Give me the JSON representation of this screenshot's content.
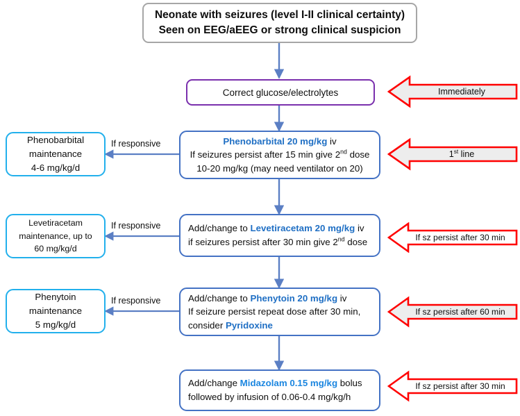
{
  "flowchart": {
    "title": "Neonatal seizure treatment algorithm",
    "colors": {
      "header_border": "#a6a6a6",
      "purple_border": "#7a2fad",
      "blue_border": "#4472c4",
      "cyan_border": "#22b0ec",
      "red_arrow": "#ff0000",
      "arrow_fill": "#ededed",
      "drug_blue": "#1f6fc4",
      "drug_blue_bright": "#1b86e0",
      "connector": "#5b7fc4"
    },
    "header": {
      "line1": "Neonate with seizures (level I-II clinical certainty)",
      "line2": "Seen on EEG/aEEG or strong clinical suspicion"
    },
    "steps": [
      {
        "id": "correct-glucose",
        "text": "Correct glucose/electrolytes"
      },
      {
        "id": "phenobarbital",
        "drug": "Phenobarbital 20 mg/kg",
        "route": "iv",
        "line2": "If seizures persist after 15 min give 2",
        "line2_sup": "nd",
        "line2_tail": " dose",
        "line3": "10-20 mg/kg (may need ventilator on 20)"
      },
      {
        "id": "levetiracetam",
        "prefix": "Add/change to ",
        "drug": "Levetiracetam 20 mg/kg",
        "route": " iv",
        "line2": "if seizures persist after 30 min give 2",
        "line2_sup": "nd",
        "line2_tail": " dose"
      },
      {
        "id": "phenytoin",
        "prefix": "Add/change to ",
        "drug": "Phenytoin 20 mg/kg",
        "route": " iv",
        "line2": "If seizure persist repeat dose after 30 min,",
        "line3_prefix": "consider ",
        "line3_drug": "Pyridoxine"
      },
      {
        "id": "midazolam",
        "prefix": "Add/change ",
        "drug": "Midazolam 0.15 mg/kg",
        "route": "  bolus",
        "line2": "followed by infusion of 0.06-0.4 mg/kg/h"
      }
    ],
    "maintenance": [
      {
        "id": "phenobarbital-maintenance",
        "line1": "Phenobarbital",
        "line2": "maintenance",
        "line3": "4-6 mg/kg/d"
      },
      {
        "id": "levetiracetam-maintenance",
        "line1": "Levetiracetam",
        "line2": "maintenance, up to",
        "line3": "60 mg/kg/d"
      },
      {
        "id": "phenytoin-maintenance",
        "line1": "Phenytoin",
        "line2": "maintenance",
        "line3": "5 mg/kg/d"
      }
    ],
    "connector_labels": [
      {
        "id": "responsive-1",
        "text": "If responsive"
      },
      {
        "id": "responsive-2",
        "text": "If responsive"
      },
      {
        "id": "responsive-3",
        "text": "If responsive"
      }
    ],
    "timing_arrows": [
      {
        "id": "immediately",
        "text": "Immediately"
      },
      {
        "id": "first-line",
        "text_pre": "1",
        "text_sup": "st",
        "text_post": " line"
      },
      {
        "id": "after-30-min-a",
        "text": "If sz persist after 30 min"
      },
      {
        "id": "after-60-min",
        "text": "If sz persist after 60 min"
      },
      {
        "id": "after-30-min-b",
        "text": "If sz persist after 30 min"
      }
    ]
  }
}
